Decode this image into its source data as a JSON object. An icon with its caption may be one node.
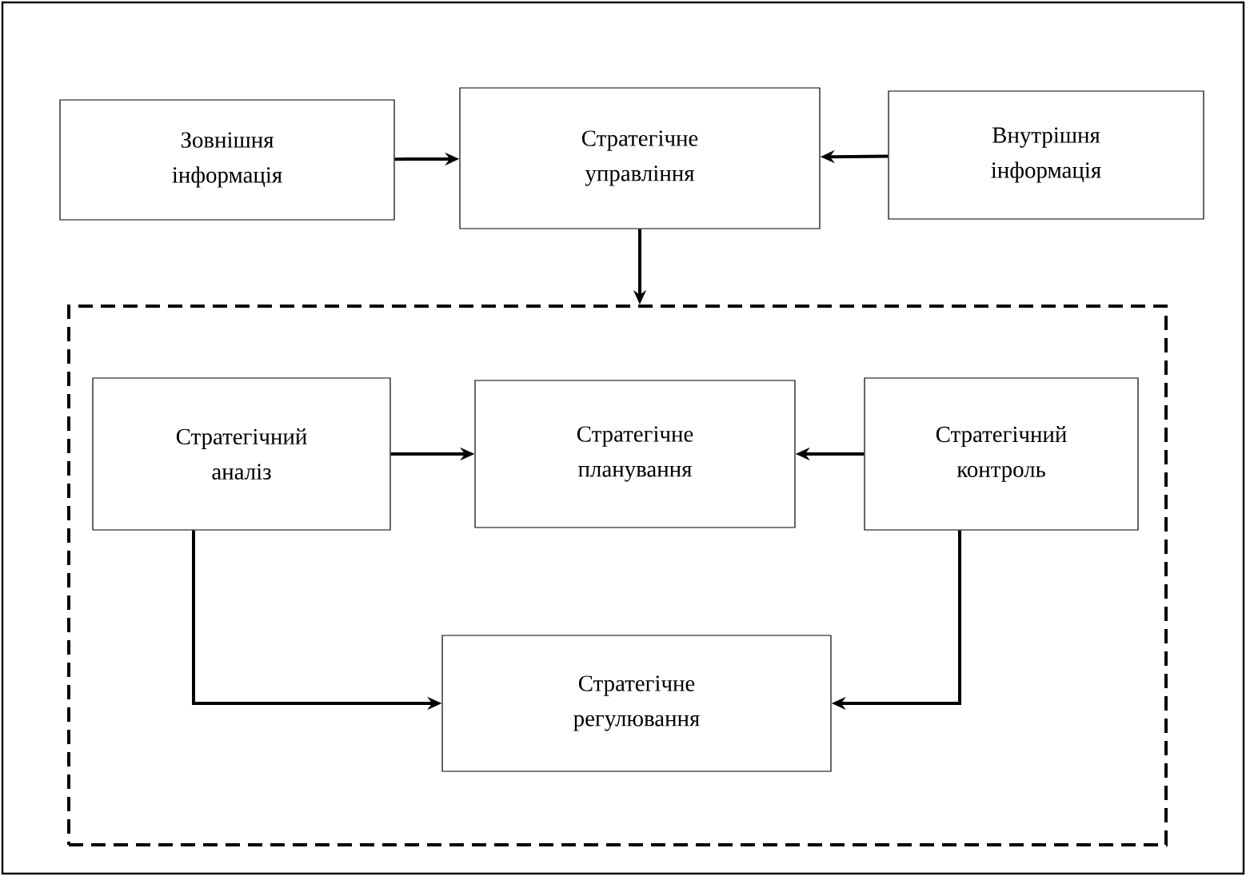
{
  "diagram": {
    "nodes": [
      {
        "text": [
          "Зовнішня інформація"
        ]
      },
      {
        "text": [
          "Стратегічне управління"
        ]
      },
      {
        "text": [
          "Внутрішня інформація"
        ]
      },
      {
        "text": [],
        "shape": "box"
      },
      {
        "text": [
          "Стратегічний аналіз"
        ],
        "in": 3
      },
      {
        "text": [
          "Стратегічне планування"
        ],
        "in": 3
      },
      {
        "text": [
          "Стратегічний контроль"
        ],
        "in": 3
      },
      {
        "text": [
          "Стратегічне регулювання"
        ],
        "in": 3
      }
    ],
    "edges": [
      {
        "from": 0,
        "to": 1,
        "arrow": "to"
      },
      {
        "from": 2,
        "to": 1,
        "arrow": "to"
      },
      {
        "from": 1,
        "to": 3,
        "arrow": "to"
      },
      {
        "from": 4,
        "to": 5,
        "arrow": "to"
      },
      {
        "from": 6,
        "to": 5,
        "arrow": "to"
      },
      {
        "from": 4,
        "to": 7,
        "arrow": "to"
      },
      {
        "from": 6,
        "to": 7,
        "arrow": "to"
      }
    ]
  }
}
